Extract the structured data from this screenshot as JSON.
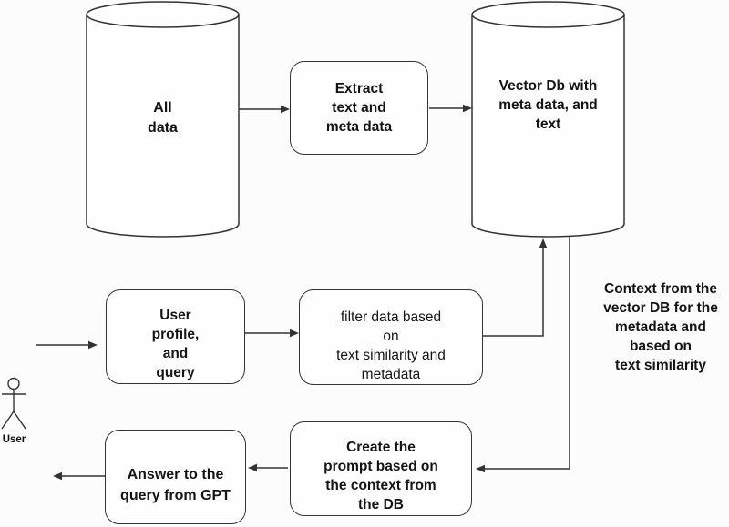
{
  "colors": {
    "background": "#fdfcfc",
    "stroke": "#333333",
    "text": "#141414",
    "shape_fill": "#fefefe"
  },
  "nodes": {
    "all_data_db": {
      "type": "cylinder",
      "label": "All\ndata"
    },
    "extract": {
      "type": "process",
      "label": "Extract\ntext and\nmeta data"
    },
    "vector_db": {
      "type": "cylinder",
      "label": "Vector Db with\nmeta data, and\ntext"
    },
    "user_profile": {
      "type": "process",
      "label": "User\nprofile,\nand\nquery"
    },
    "filter": {
      "type": "process",
      "label": "filter data based\non\ntext similarity and\nmetadata"
    },
    "create_prompt": {
      "type": "process",
      "label": "Create the\nprompt based on\nthe context from\nthe DB"
    },
    "answer": {
      "type": "process",
      "label": "Answer to the\nquery from GPT"
    }
  },
  "annotations": {
    "context_note": "Context from the\nvector DB for the\nmetadata and\nbased on\ntext similarity",
    "actor_label": "User"
  }
}
